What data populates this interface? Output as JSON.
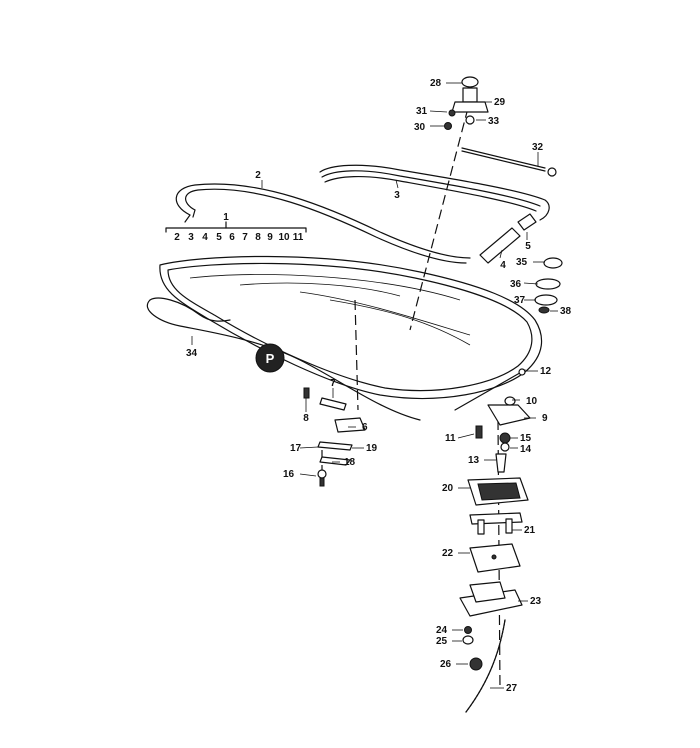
{
  "callouts": {
    "p1": "1",
    "p2": "2",
    "p3": "3",
    "p4": "4",
    "p5": "5",
    "p6": "6",
    "p7": "7",
    "p8": "8",
    "p9": "9",
    "p10": "10",
    "p11": "11",
    "p12": "12",
    "p13": "13",
    "p14": "14",
    "p15": "15",
    "p16": "16",
    "p17": "17",
    "p18": "18",
    "p19": "19",
    "p20": "20",
    "p21": "21",
    "p22": "22",
    "p23": "23",
    "p24": "24",
    "p25": "25",
    "p26": "26",
    "p27": "27",
    "p28": "28",
    "p29": "29",
    "p30": "30",
    "p31": "31",
    "p32": "32",
    "p33": "33",
    "p34": "34",
    "p35": "35",
    "p36": "36",
    "p37": "37",
    "p38": "38"
  },
  "kit_items": [
    "2",
    "3",
    "4",
    "5",
    "6",
    "7",
    "8",
    "9",
    "10",
    "11"
  ],
  "colors": {
    "ink": "#111111",
    "paper": "#ffffff"
  }
}
